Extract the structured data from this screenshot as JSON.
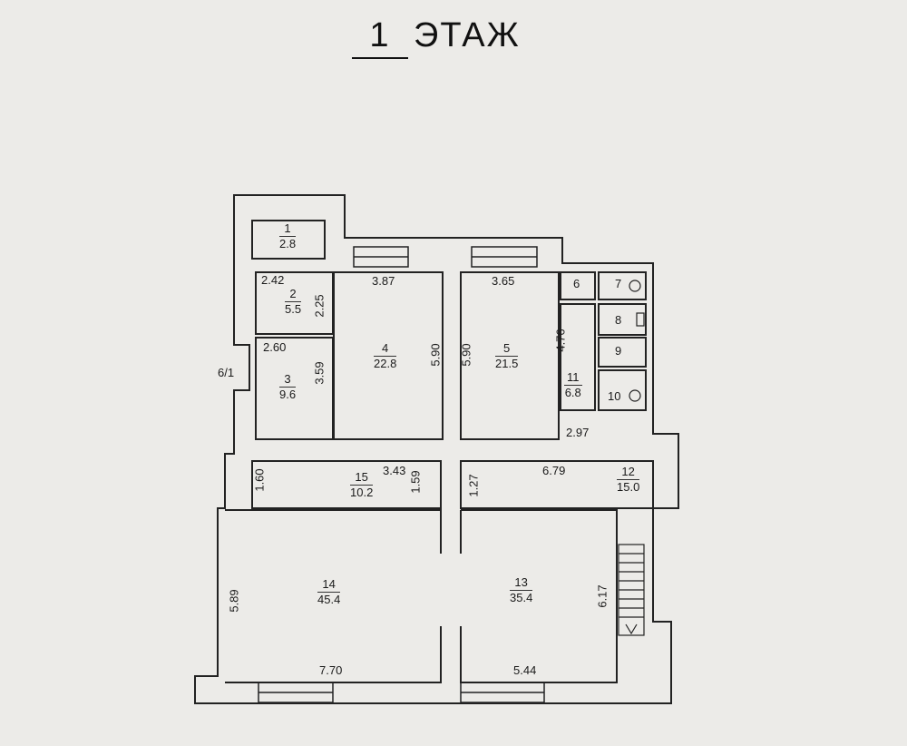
{
  "title": {
    "number": "1",
    "word": "ЭТАЖ"
  },
  "rooms": [
    {
      "no": "1",
      "area": "2.8"
    },
    {
      "no": "2",
      "area": "5.5"
    },
    {
      "no": "3",
      "area": "9.6"
    },
    {
      "no": "4",
      "area": "22.8"
    },
    {
      "no": "5",
      "area": "21.5"
    },
    {
      "no": "6",
      "area": ""
    },
    {
      "no": "7",
      "area": ""
    },
    {
      "no": "8",
      "area": ""
    },
    {
      "no": "9",
      "area": ""
    },
    {
      "no": "10",
      "area": ""
    },
    {
      "no": "11",
      "area": "6.8"
    },
    {
      "no": "12",
      "area": "15.0"
    },
    {
      "no": "13",
      "area": "35.4"
    },
    {
      "no": "14",
      "area": "45.4"
    },
    {
      "no": "15",
      "area": "10.2"
    }
  ],
  "dimensions": {
    "d_387": "3.87",
    "d_365": "3.65",
    "d_242": "2.42",
    "d_225": "2.25",
    "d_260": "2.60",
    "d_359": "3.59",
    "d_590a": "5.90",
    "d_590b": "5.90",
    "d_476": "4.76",
    "d_297": "2.97",
    "d_160": "1.60",
    "d_343": "3.43",
    "d_159": "1.59",
    "d_127": "1.27",
    "d_679": "6.79",
    "d_589": "5.89",
    "d_617": "6.17",
    "d_770": "7.70",
    "d_544": "5.44"
  },
  "marks": {
    "stair_ref": "6/1"
  }
}
